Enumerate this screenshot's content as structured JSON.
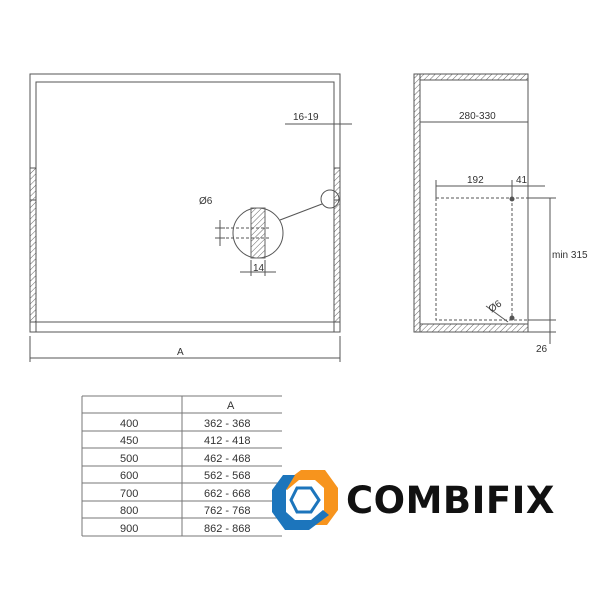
{
  "front_view": {
    "dim_gap": "16-19",
    "dim_hole": "Ø6",
    "dim_offset": "14",
    "dim_width": "A"
  },
  "side_view": {
    "dim_depth": "280-330",
    "dim_192": "192",
    "dim_41": "41",
    "dim_min_height": "min 315",
    "dim_hole": "Ø6",
    "dim_26": "26"
  },
  "size_table": {
    "header": [
      "",
      "A"
    ],
    "rows": [
      [
        "400",
        "362 - 368"
      ],
      [
        "450",
        "412 - 418"
      ],
      [
        "500",
        "462 - 468"
      ],
      [
        "600",
        "562 - 568"
      ],
      [
        "700",
        "662 - 668"
      ],
      [
        "800",
        "762 - 768"
      ],
      [
        "900",
        "862 - 868"
      ]
    ]
  },
  "logo": {
    "text": "COMBIFIX",
    "colors": {
      "orange": "#f7941d",
      "blue": "#1c75bc",
      "dark": "#111111"
    }
  },
  "colors": {
    "line": "#555555",
    "hatch": "#666666"
  }
}
